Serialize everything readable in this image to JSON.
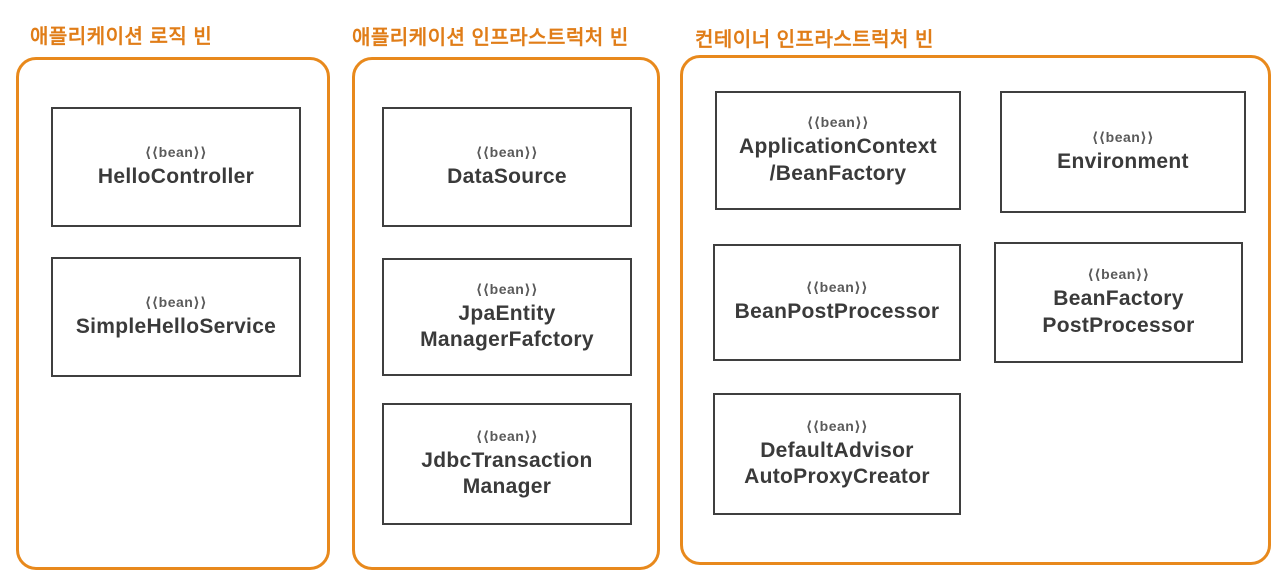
{
  "diagram": {
    "accent_color": "#e8891c",
    "box_border_color": "#3f3f3f",
    "stereotype": "⟨⟨bean⟩⟩",
    "groups": [
      {
        "label": "애플리케이션 로직 빈",
        "beans": [
          {
            "name": "HelloController"
          },
          {
            "name": "SimpleHelloService"
          }
        ]
      },
      {
        "label": "애플리케이션 인프라스트럭처 빈",
        "beans": [
          {
            "name": "DataSource"
          },
          {
            "name": "JpaEntity\nManagerFafctory"
          },
          {
            "name": "JdbcTransaction\nManager"
          }
        ]
      },
      {
        "label": "컨테이너 인프라스트럭처 빈",
        "beans": [
          {
            "name": "ApplicationContext\n/BeanFactory"
          },
          {
            "name": "Environment"
          },
          {
            "name": "BeanPostProcessor"
          },
          {
            "name": "BeanFactory\nPostProcessor"
          },
          {
            "name": "DefaultAdvisor\nAutoProxyCreator"
          }
        ]
      }
    ]
  }
}
